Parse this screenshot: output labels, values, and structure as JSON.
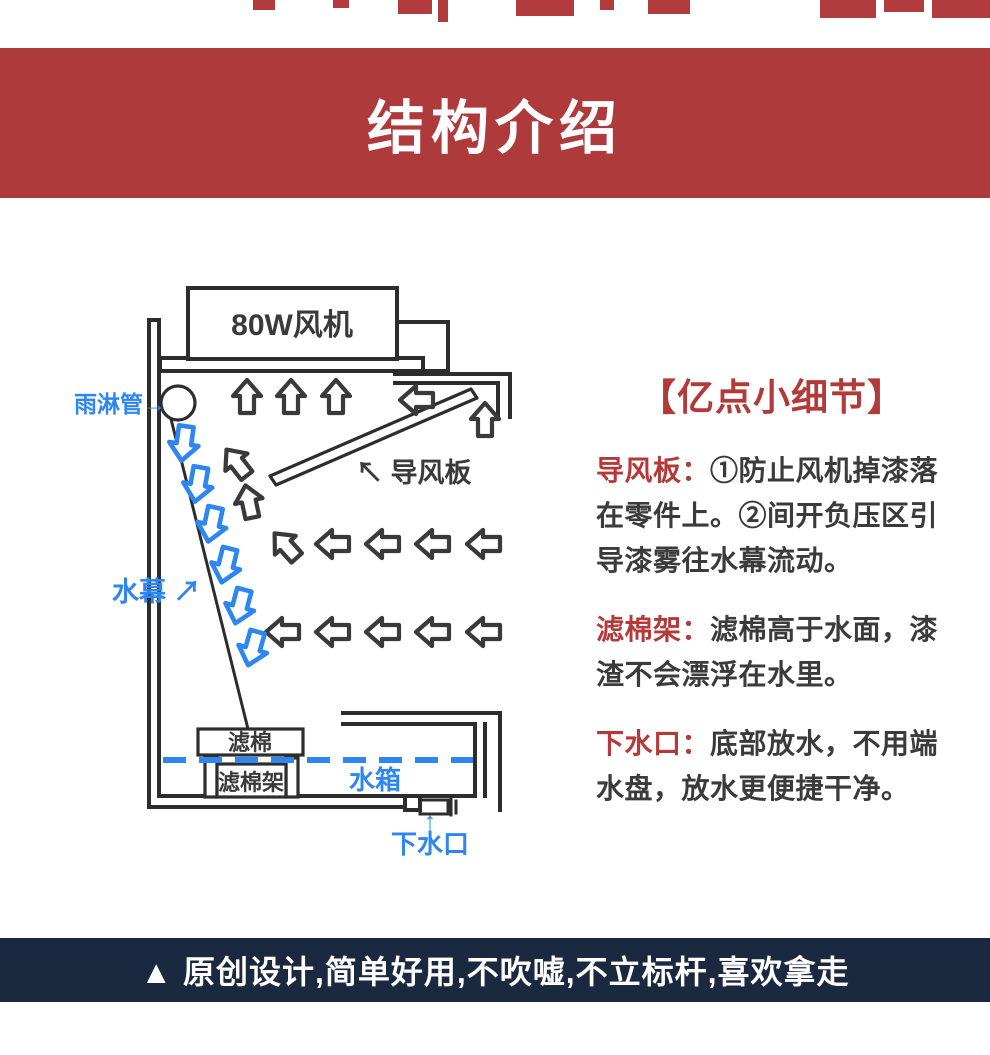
{
  "page": {
    "title_banner": {
      "text": "结构介绍",
      "bg": "#ae3a3c",
      "fg": "#ffffff"
    },
    "footer": {
      "text": "▲ 原创设计,简单好用,不吹嘘,不立标杆,喜欢拿走",
      "bg": "#1a2840",
      "fg": "#ffffff"
    }
  },
  "diagram": {
    "labels": {
      "fan": "80W风机",
      "rain_pipe": "雨淋管→",
      "water_curtain": "水幕 ↗",
      "deflector": "↖ 导风板",
      "filter_cotton": "滤棉",
      "filter_rack": "滤棉架",
      "water_tank": "水箱",
      "drain_arrow": "↑",
      "drain": "下水口"
    },
    "colors": {
      "line": "#2d2d2d",
      "water_blue": "#2e86f0"
    }
  },
  "details_panel": {
    "heading": "【亿点小细节】",
    "accent": "#b43a3a",
    "text_color": "#3b3b3b",
    "items": [
      {
        "term": "导风板：",
        "desc": "①防止风机掉漆落在零件上。②间开负压区引导漆雾往水幕流动。"
      },
      {
        "term": "滤棉架：",
        "desc": "滤棉高于水面，漆渣不会漂浮在水里。"
      },
      {
        "term": "下水口：",
        "desc": "底部放水，不用端水盘，放水更便捷干净。"
      }
    ]
  }
}
